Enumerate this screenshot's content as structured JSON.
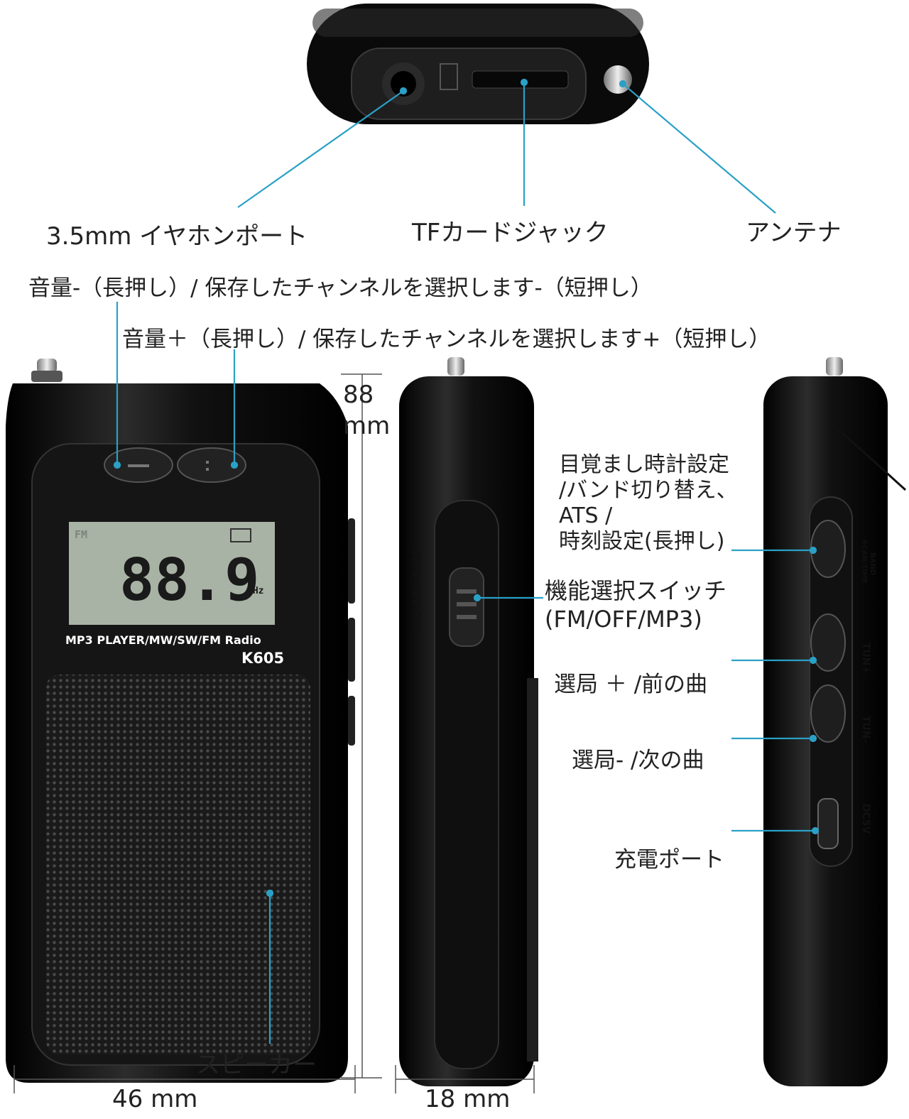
{
  "labels": {
    "earphone": "3.5mm イヤホンポート",
    "tf_card": "TFカードジャック",
    "antenna": "アンテナ",
    "volume_down": "音量-（長押し）/  保存したチャンネルを選択します-（短押し）",
    "volume_up": "音量＋（長押し）/ 保存したチャンネルを選択します+（短押し）",
    "alarm": "目覚まし時計設定\n/バンド切り替え、\nATS /\n時刻設定(長押し)",
    "function_switch": "機能選択スイッチ\n(FM/OFF/MP3)",
    "tune_up": "選局 ＋ /前の曲",
    "tune_down": "選局- /次の曲",
    "charge_port": "充電ポート",
    "speaker": "スピーカー"
  },
  "dimensions": {
    "height_value": "88",
    "height_unit": "mm",
    "width": "46 mm",
    "depth": "18 mm"
  },
  "device": {
    "lcd_band": "FM",
    "lcd_frequency": "88.9",
    "lcd_unit": "MHz",
    "model_line": "MP3 PLAYER/MW/SW/FM Radio",
    "model": "K605",
    "switch_label": "MP3 OFF FM",
    "side_labels": {
      "band": "BAND",
      "scan": "SCAN/TIME",
      "tun_plus": "TUN+",
      "tun_minus": "TUN-",
      "dc": "DC5V"
    }
  },
  "colors": {
    "callout_line": "#2aa0c6",
    "device_body": "#0b0b0b",
    "lcd_background": "#a9b3a5"
  }
}
